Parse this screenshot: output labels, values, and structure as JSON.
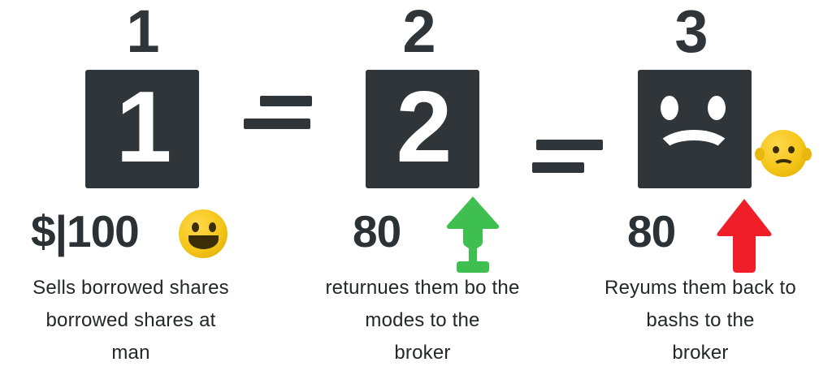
{
  "page": {
    "background_color": "#ffffff",
    "dark_color": "#2f3538",
    "text_color": "#22272a"
  },
  "panels": [
    {
      "step_number": "1",
      "tile": {
        "type": "digit",
        "value": "1",
        "color": "#2f3538"
      },
      "amount": "$|100",
      "glyph": {
        "type": "emoji-smile",
        "name": "smiling-face-emoji",
        "color": "#f5c518"
      },
      "caption_lines": [
        "Sells borrowed shares",
        "borrowed shares at",
        "man"
      ]
    },
    {
      "step_number": "2",
      "tile": {
        "type": "digit",
        "value": "2",
        "color": "#2f3538"
      },
      "amount": "80",
      "glyph": {
        "type": "arrow-up",
        "name": "green-up-arrow-icon",
        "color": "#3fbf4f"
      },
      "caption_lines": [
        "returnues them bo the",
        "modes to the",
        "broker"
      ]
    },
    {
      "step_number": "3",
      "tile": {
        "type": "sad-face",
        "value": "",
        "color": "#2f3538"
      },
      "amount": "80",
      "glyph": {
        "type": "arrow-up",
        "name": "red-up-arrow-icon",
        "color": "#f01e28"
      },
      "extra_glyph": {
        "type": "emoji-sad",
        "name": "frowning-face-emoji",
        "color": "#f5c518"
      },
      "caption_lines": [
        "Reyums them back to",
        "bashs to the",
        "broker"
      ]
    }
  ],
  "operators": [
    {
      "symbol": "=",
      "name": "equals-sign-1"
    },
    {
      "symbol": "=",
      "name": "equals-sign-2"
    }
  ]
}
